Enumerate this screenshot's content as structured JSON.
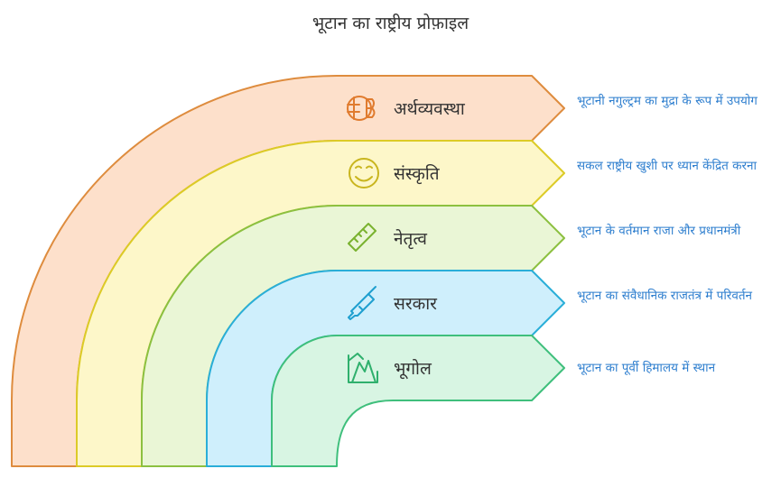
{
  "title": "भूटान का राष्ट्रीय प्रोफ़ाइल",
  "bands": [
    {
      "label": "अर्थव्यवस्था",
      "icon": "currency-icon",
      "fill": "#fde0cb",
      "stroke": "#de8c3e",
      "text_color": "#e07b2e",
      "description": "भूटानी नगुल्ट्रम का मुद्रा के रूप में उपयोग"
    },
    {
      "label": "संस्कृति",
      "icon": "smiley-icon",
      "fill": "#fdf7c9",
      "stroke": "#dccb27",
      "text_color": "#c9b51e",
      "description": "सकल राष्ट्रीय खुशी पर ध्यान केंद्रित करना"
    },
    {
      "label": "नेतृत्व",
      "icon": "ruler-icon",
      "fill": "#eaf6d6",
      "stroke": "#8cc040",
      "text_color": "#7ab22f",
      "description": "भूटान के वर्तमान राजा और प्रधानमंत्री"
    },
    {
      "label": "सरकार",
      "icon": "rifle-icon",
      "fill": "#cfeffc",
      "stroke": "#2aaed8",
      "text_color": "#1e9fcf",
      "description": "भूटान का संवैधानिक राजतंत्र में परिवर्तन"
    },
    {
      "label": "भूगोल",
      "icon": "mountain-icon",
      "fill": "#d8f5e3",
      "stroke": "#3fbf7c",
      "text_color": "#2fb06d",
      "description": "भूटान का पूर्वी हिमालय में स्थान"
    }
  ]
}
